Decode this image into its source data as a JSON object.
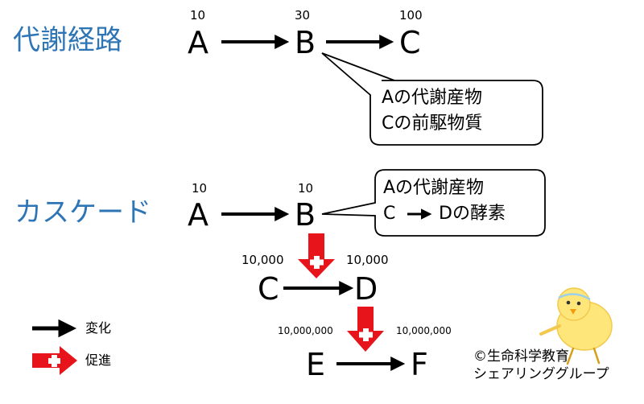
{
  "metabolic": {
    "title": "代謝経路",
    "nodes": [
      "A",
      "B",
      "C"
    ],
    "amounts": [
      "10",
      "30",
      "100"
    ],
    "callout": [
      "Aの代謝産物",
      "Cの前駆物質"
    ]
  },
  "cascade": {
    "title": "カスケード",
    "top_nodes": [
      "A",
      "B"
    ],
    "top_amounts": [
      "10",
      "10"
    ],
    "callout_line1": "Aの代謝産物",
    "callout_line2_left": "C",
    "callout_line2_right": "Dの酵素",
    "mid_nodes": [
      "C",
      "D"
    ],
    "mid_amounts": [
      "10,000",
      "10,000"
    ],
    "bottom_nodes": [
      "E",
      "F"
    ],
    "bottom_amounts": [
      "10,000,000",
      "10,000,000"
    ]
  },
  "legend": {
    "change_label": "変化",
    "promote_label": "促進"
  },
  "copyright": {
    "line1": "©生命科学教育",
    "line2": "シェアリンググループ"
  },
  "colors": {
    "title_blue": "#2e75b6",
    "promote_red": "#e8141b"
  },
  "icons": [
    "black-arrow-icon",
    "red-plus-arrow-icon",
    "chick-mascot-icon"
  ]
}
